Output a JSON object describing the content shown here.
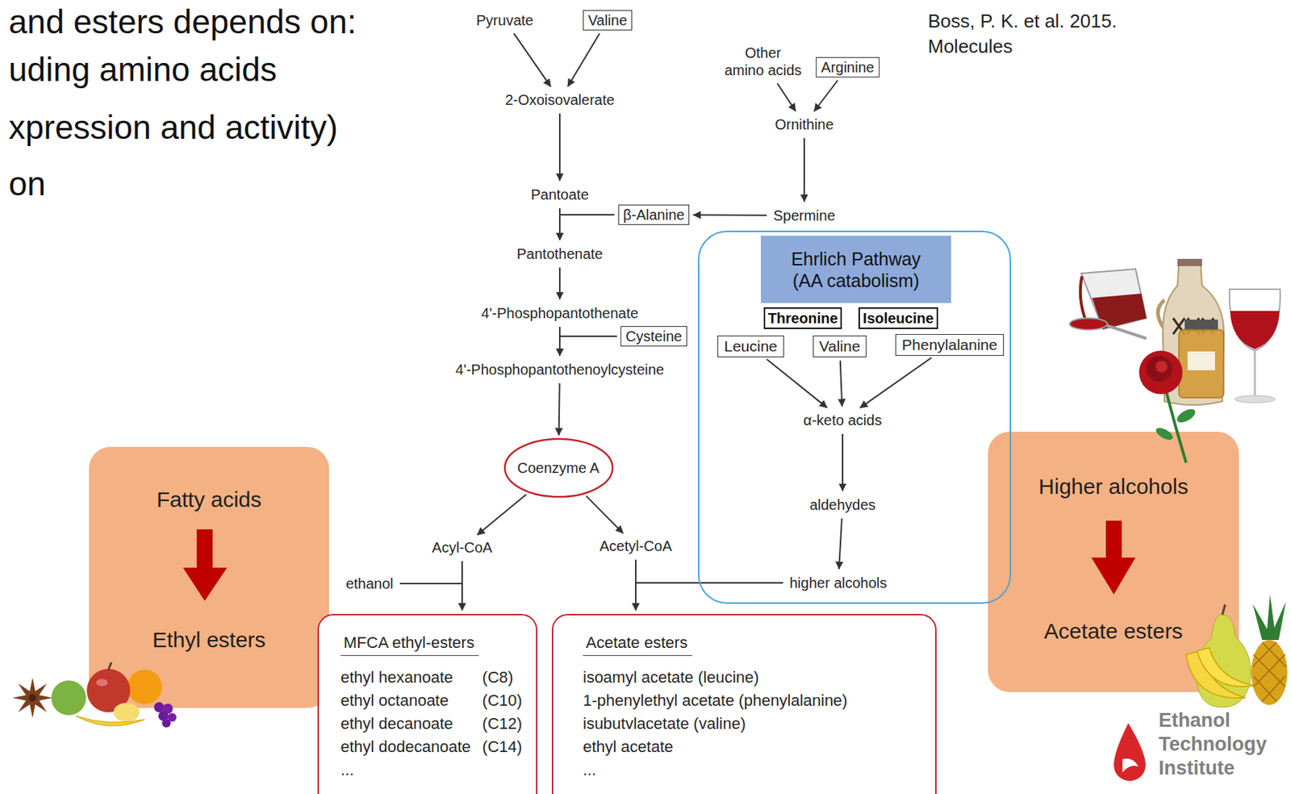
{
  "diagram": {
    "nodes": [
      {
        "text": [
          "Pyruvate"
        ]
      },
      {
        "text": [
          "Valine"
        ]
      },
      {
        "text": [
          "Other amino acids"
        ]
      },
      {
        "text": [
          "Arginine"
        ]
      },
      {
        "text": [
          "2-Oxoisovalerate"
        ]
      },
      {
        "text": [
          "Ornithine"
        ]
      },
      {
        "text": [
          "Pantoate"
        ]
      },
      {
        "text": [
          "β-Alanine"
        ]
      },
      {
        "text": [
          "Spermine"
        ]
      },
      {
        "text": [
          "Pantothenate"
        ]
      },
      {
        "text": [
          "Ehrlich Pathway (AA catabolism)"
        ]
      },
      {
        "text": [
          "Threonine"
        ],
        "in": 10
      },
      {
        "text": [
          "Isoleucine"
        ],
        "in": 10
      },
      {
        "text": [
          "Leucine"
        ],
        "in": 10
      },
      {
        "text": [
          "Valine"
        ],
        "in": 10
      },
      {
        "text": [
          "Phenylalanine"
        ],
        "in": 10
      },
      {
        "text": [
          "α-keto acids"
        ],
        "in": 10
      },
      {
        "text": [
          "aldehydes"
        ],
        "in": 10
      },
      {
        "text": [
          "higher alcohols"
        ],
        "in": 10
      },
      {
        "text": [
          "4'-Phosphopantothenate"
        ]
      },
      {
        "text": [
          "Cysteine"
        ]
      },
      {
        "text": [
          "4'-Phosphopantothenoylcysteine"
        ]
      },
      {
        "text": [
          "Coenzyme A"
        ]
      },
      {
        "text": [
          "Fatty acids",
          "Ethyl esters"
        ]
      },
      {
        "text": [
          "Higher alcohols",
          "Acetate esters"
        ]
      },
      {
        "text": [
          "Acyl-CoA"
        ]
      },
      {
        "text": [
          "Acetyl-CoA"
        ]
      },
      {
        "text": [
          "ethanol"
        ]
      },
      {
        "text": [
          "MFCA ethyl-esters",
          "ethyl hexanoate",
          "(C8)",
          "ethyl octanoate",
          "(C10)",
          "ethyl decanoate",
          "(C12)",
          "ethyl dodecanoate",
          "(C14)",
          "..."
        ]
      },
      {
        "text": [
          "Acetate esters",
          "isoamyl acetate (leucine)",
          "1-phenylethyl acetate (phenylalanine)",
          "isubutvlacetate (valine)",
          "ethyl acetate",
          "..."
        ]
      }
    ],
    "edges": [
      {
        "from": 0,
        "to": 4,
        "arrow": "to"
      },
      {
        "from": 1,
        "to": 4,
        "arrow": "to"
      },
      {
        "from": 2,
        "to": 5,
        "arrow": "to"
      },
      {
        "from": 3,
        "to": 5,
        "arrow": "to"
      },
      {
        "from": 4,
        "to": 6,
        "arrow": "to"
      },
      {
        "from": 5,
        "to": 8,
        "arrow": "to"
      },
      {
        "from": 8,
        "to": 7,
        "arrow": "to"
      },
      {
        "from": 6,
        "to": 9,
        "arrow": "to"
      },
      {
        "from": 7,
        "to": 9,
        "arrow": "to"
      },
      {
        "from": 9,
        "to": 19,
        "arrow": "to"
      },
      {
        "from": 19,
        "to": 21,
        "arrow": "to"
      },
      {
        "from": 20,
        "to": 21,
        "arrow": "to"
      },
      {
        "from": 21,
        "to": 22,
        "arrow": "to"
      },
      {
        "from": 13,
        "to": 16,
        "arrow": "to"
      },
      {
        "from": 14,
        "to": 16,
        "arrow": "to"
      },
      {
        "from": 15,
        "to": 16,
        "arrow": "to"
      },
      {
        "from": 16,
        "to": 17,
        "arrow": "to"
      },
      {
        "from": 17,
        "to": 18,
        "arrow": "to"
      },
      {
        "from": 22,
        "to": 25,
        "arrow": "to"
      },
      {
        "from": 22,
        "to": 26,
        "arrow": "to"
      },
      {
        "from": 25,
        "to": 28,
        "arrow": "to"
      },
      {
        "from": 27,
        "to": 28,
        "arrow": "to"
      },
      {
        "from": 26,
        "to": 29,
        "arrow": "to"
      },
      {
        "from": 18,
        "to": 29,
        "arrow": "to"
      }
    ],
    "labels": [
      "and esters depends on:",
      "uding amino acids",
      "xpression and activity)",
      "on",
      "Boss, P. K. et al. 2015. Molecules",
      "Ethanol Technology Institute"
    ]
  }
}
